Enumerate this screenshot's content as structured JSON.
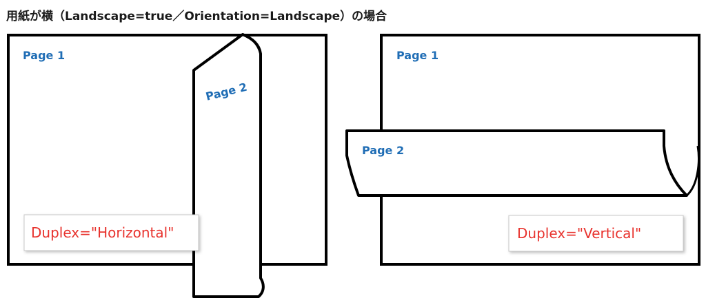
{
  "heading": "用紙が横（Landscape=true／Orientation=Landscape）の場合",
  "colors": {
    "frame": "#000000",
    "page_label": "#1f6db5",
    "duplex_label": "#e8322d",
    "callout_border": "#c8c8c8"
  },
  "panels": {
    "horizontal": {
      "page1_label": "Page 1",
      "page2_label": "Page 2",
      "duplex_label": "Duplex=\"Horizontal\""
    },
    "vertical": {
      "page1_label": "Page 1",
      "page2_label": "Page 2",
      "duplex_label": "Duplex=\"Vertical\""
    }
  }
}
